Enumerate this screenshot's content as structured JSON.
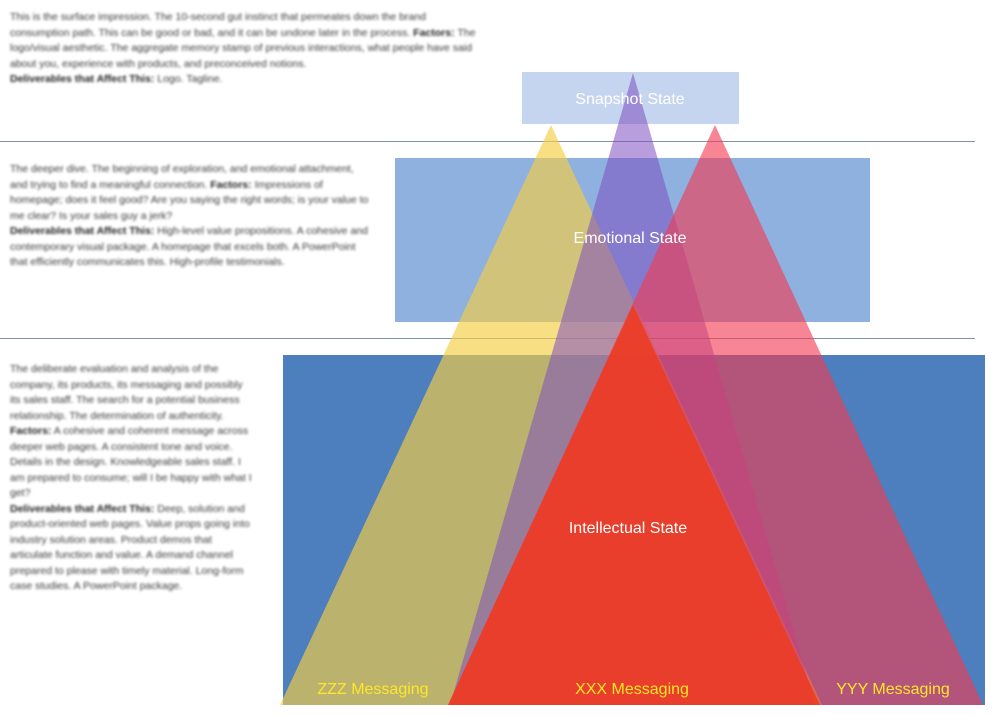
{
  "descriptions": {
    "snapshot": {
      "text": "This is the surface impression. The 10-second gut instinct that permeates down the brand consumption path. This can be good or bad, and it can be undone later in the process.",
      "factors_label": "Factors:",
      "factors": "The logo/visual aesthetic. The aggregate memory stamp of previous interactions, what people have said about you, experience with products, and preconceived notions.",
      "deliverables_label": "Deliverables that Affect This:",
      "deliverables": "Logo. Tagline."
    },
    "emotional": {
      "text": "The deeper dive. The beginning of exploration, and emotional attachment, and trying to find a meaningful connection.",
      "factors_label": "Factors:",
      "factors": "Impressions of homepage; does it feel good? Are you saying the right words; is your value to me clear? Is your sales guy a jerk?",
      "deliverables_label": "Deliverables that Affect This:",
      "deliverables": "High-level value propositions. A cohesive and contemporary visual package. A homepage that excels both. A PowerPoint that efficiently communicates this. High-profile testimonials."
    },
    "intellectual": {
      "text": "The deliberate evaluation and analysis of the company, its products, its messaging and possibly its sales staff. The search for a potential business relationship. The determination of authenticity.",
      "factors_label": "Factors:",
      "factors": "A cohesive and coherent message across deeper web pages. A consistent tone and voice. Details in the design. Knowledgeable sales staff. I am prepared to consume; will I be happy with what I get?",
      "deliverables_label": "Deliverables that Affect This:",
      "deliverables": "Deep, solution and product-oriented web pages. Value props going into industry solution areas. Product demos that articulate function and value. A demand channel prepared to please with timely material. Long-form case studies. A PowerPoint package."
    }
  },
  "states": {
    "snapshot": {
      "label": "Snapshot State",
      "color": "#c6d5ef"
    },
    "emotional": {
      "label": "Emotional State",
      "color": "#8eb1e0"
    },
    "intellectual": {
      "label": "Intellectual State",
      "color": "#4d7ebd"
    }
  },
  "messaging": {
    "zzz": {
      "label": "ZZZ Messaging",
      "color": "#f5cf45",
      "label_color": "#ffe629"
    },
    "xxx": {
      "label": "XXX Messaging",
      "color": "#ee3a1a",
      "label_color": "#ffe629"
    },
    "yyy": {
      "label": "YYY Messaging",
      "color": "#f23a52",
      "label_color": "#ffe629"
    },
    "purple": {
      "color": "#7d4fc0"
    }
  }
}
